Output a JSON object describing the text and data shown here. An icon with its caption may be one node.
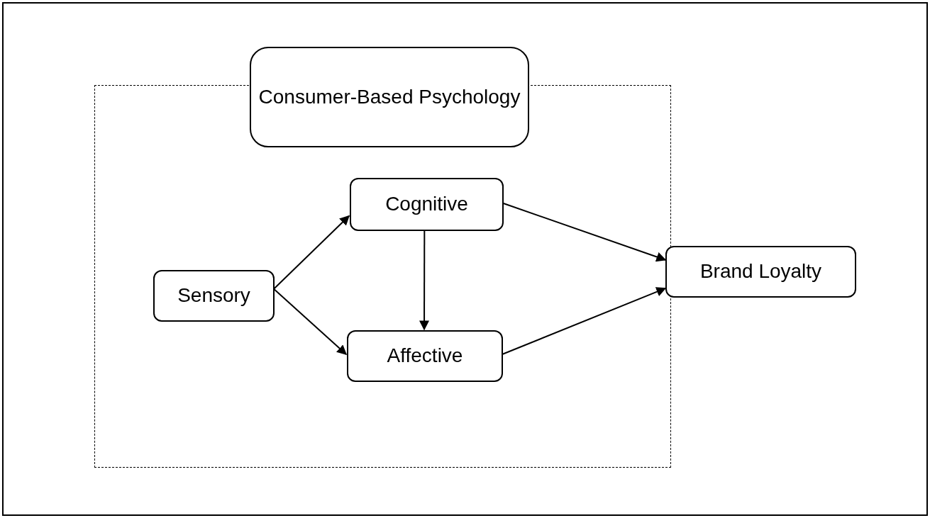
{
  "diagram": {
    "nodes": [
      {
        "text": [
          "Consumer-Based Psychology"
        ]
      },
      {
        "text": [],
        "shape": "box"
      },
      {
        "text": [
          "Sensory"
        ],
        "in": 1
      },
      {
        "text": [
          "Cognitive"
        ],
        "in": 1
      },
      {
        "text": [
          "Affective"
        ],
        "in": 1
      },
      {
        "text": [
          "Brand Loyalty"
        ]
      }
    ],
    "edges": [
      {
        "from": 2,
        "to": 3,
        "arrow": "to"
      },
      {
        "from": 2,
        "to": 4,
        "arrow": "to"
      },
      {
        "from": 3,
        "to": 4,
        "arrow": "to"
      },
      {
        "from": 3,
        "to": 5,
        "arrow": "to"
      },
      {
        "from": 4,
        "to": 5,
        "arrow": "to"
      }
    ]
  }
}
